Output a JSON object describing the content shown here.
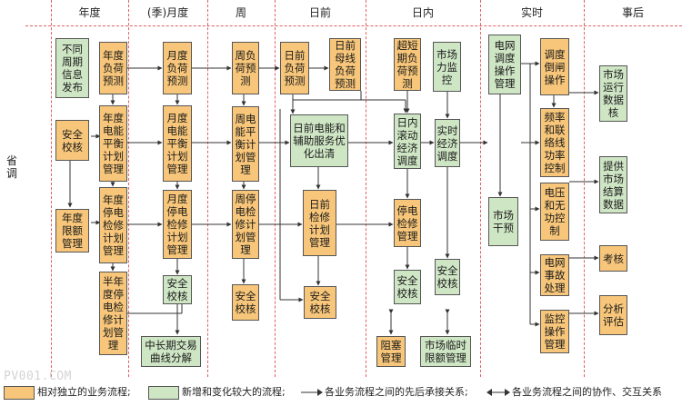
{
  "headers": [
    "年度",
    "(季)月度",
    "周",
    "日前",
    "日内",
    "实时",
    "事后"
  ],
  "side_label": "省调",
  "boxes": {
    "b01": "不同周期信息发布",
    "b02": "安全校核",
    "b03": "年度限额管理",
    "b04": "年度负荷预测",
    "b05": "年度电能平衡计划管理",
    "b06": "年度停电检修计划管理",
    "b07": "半年度停电检修计划管理",
    "b08": "月度负荷预测",
    "b09": "月度电能平衡计划管理",
    "b10": "月度停电检修计划管理",
    "b11": "安全校核",
    "b12": "中长期交易曲线分解",
    "b13": "周负荷预测",
    "b14": "周电能平衡计划管理",
    "b15": "周停电检修计划管理",
    "b16": "安全校核",
    "b17": "日前负荷预测",
    "b18": "日前母线负荷预测",
    "b19": "日前电能和辅助服务优化出清",
    "b20": "日前检修计划管理",
    "b21": "安全校核",
    "b22": "超短期负荷预测",
    "b23": "市场力监控",
    "b24": "日内滚动经济调度",
    "b25": "实时经济调度",
    "b26": "停电检修管理",
    "b27": "安全校核",
    "b28": "安全校核",
    "b29": "阻塞管理",
    "b30": "市场临时限额管理",
    "b31": "电网调度操作管理",
    "b32": "市场干预",
    "b33": "调度倒闸操作",
    "b34": "频率和联络线功率控制",
    "b35": "电压和无功控制",
    "b36": "电网事故处理",
    "b37": "监控操作管理",
    "b38": "市场运行数据核",
    "b39": "提供市场结算数据",
    "b40": "考核",
    "b41": "分析评估"
  },
  "legend": {
    "yellow_label": "相对独立的业务流程;",
    "green_label": "新增和变化较大的流程;",
    "seq_label": "各业务流程之间的先后承接关系;",
    "coop_label": "各业务流程之间的协作、交互关系"
  },
  "watermark": "PV001.COM",
  "colors": {
    "yellow": "#f7c67a",
    "green": "#cfe6c5",
    "separator": "#e06060",
    "line": "#333333"
  }
}
